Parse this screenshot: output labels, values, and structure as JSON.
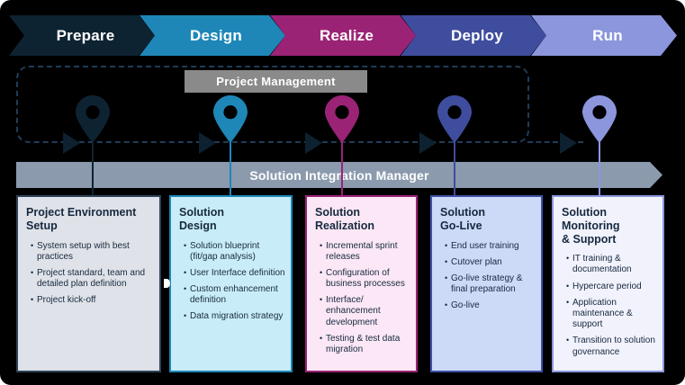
{
  "colors": {
    "background": "#000000",
    "dash_line": "#1f3d59",
    "arrowhead": "#0d2130",
    "pm_bar": "#8a8a8a",
    "sim_bar": "#8b9aad",
    "bar_text": "#ffffff",
    "text_dark": "#16293f"
  },
  "phases": [
    {
      "label": "Prepare",
      "color": "#0e2332"
    },
    {
      "label": "Design",
      "color": "#1e87b8"
    },
    {
      "label": "Realize",
      "color": "#9b2376"
    },
    {
      "label": "Deploy",
      "color": "#3f4d9e"
    },
    {
      "label": "Run",
      "color": "#8b96dd"
    }
  ],
  "overlays": {
    "project_management": "Project Management",
    "solution_integration_manager": "Solution Integration Manager"
  },
  "columns": [
    {
      "title": "Project Environment\nSetup",
      "bg": "#dfe2e8",
      "border": "#2e4259",
      "bullets": [
        "System setup with best practices",
        "Project standard, team and detailed plan definition",
        "Project kick-off"
      ]
    },
    {
      "title": "Solution\nDesign",
      "bg": "#c9edf8",
      "border": "#1e87b8",
      "bullets": [
        "Solution blueprint (fit/gap analysis)",
        "User Interface definition",
        "Custom enhancement definition",
        "Data migration strategy"
      ]
    },
    {
      "title": "Solution\nRealization",
      "bg": "#fbe7f5",
      "border": "#9b2376",
      "bullets": [
        "Incremental sprint releases",
        "Configuration of business processes",
        "Interface/\nenhancement development",
        "Testing & test data migration"
      ]
    },
    {
      "title": "Solution\nGo-Live",
      "bg": "#ccd9f7",
      "border": "#4150a5",
      "bullets": [
        "End user training",
        "Cutover plan",
        "Go-live strategy & final preparation",
        "Go-live"
      ]
    },
    {
      "title": "Solution Monitoring\n& Support",
      "bg": "#f1f2fc",
      "border": "#8b96dd",
      "bullets": [
        "IT training & documentation",
        "Hypercare period",
        "Application maintenance & support",
        "Transition to solution governance"
      ]
    }
  ]
}
